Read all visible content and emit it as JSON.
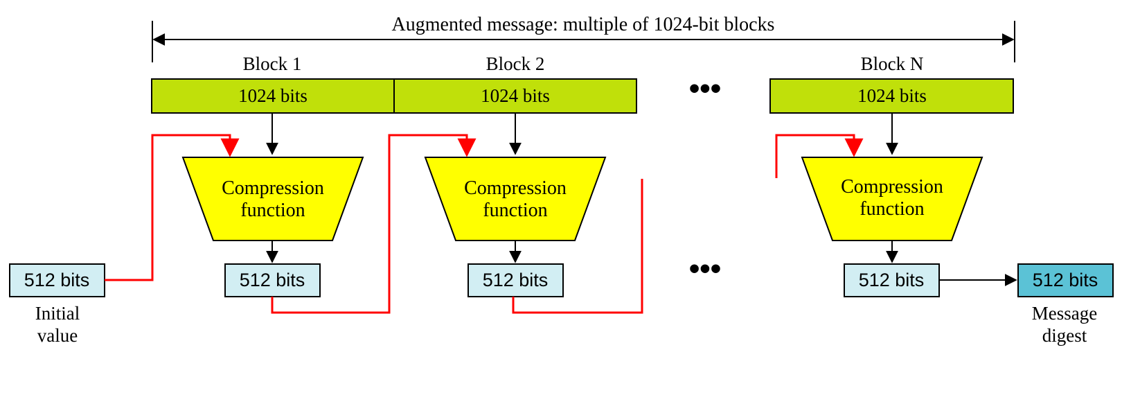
{
  "title": "Augmented message: multiple of 1024-bit blocks",
  "blocks": [
    {
      "label": "Block 1",
      "bits": "1024 bits"
    },
    {
      "label": "Block 2",
      "bits": "1024 bits"
    },
    {
      "label": "Block N",
      "bits": "1024 bits"
    }
  ],
  "compression": {
    "line1": "Compression",
    "line2": "function"
  },
  "state_bits": "512 bits",
  "initial_value": {
    "bits": "512 bits",
    "line1": "Initial",
    "line2": "value"
  },
  "digest": {
    "bits": "512 bits",
    "line1": "Message",
    "line2": "digest"
  },
  "ellipsis": "•••",
  "colors": {
    "block_fill": "#c0e00a",
    "compression_fill": "#ffff00",
    "state_fill": "#d2eef3",
    "digest_fill": "#5bc2d6",
    "chain_line": "#ff0000",
    "stroke": "#000000"
  }
}
